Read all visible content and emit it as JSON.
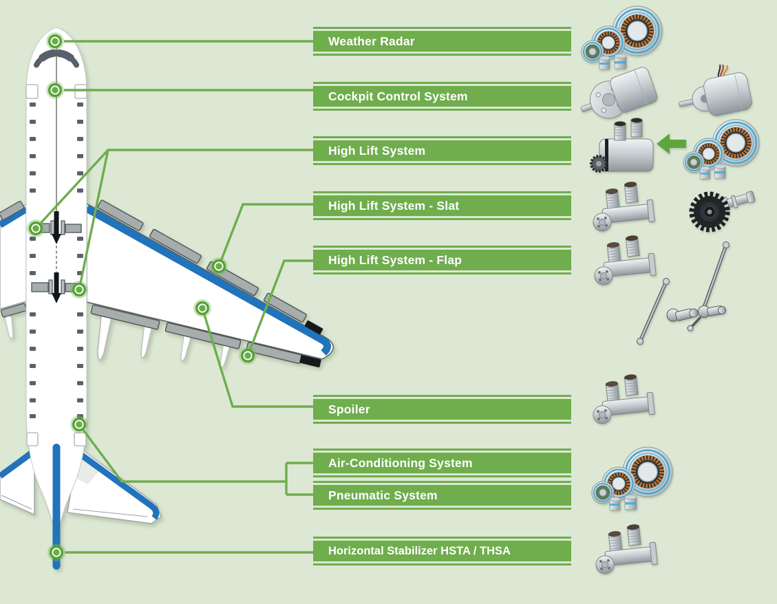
{
  "colors": {
    "background": "#dce8d3",
    "accent_green": "#6fad4d",
    "marker_green": "#55a035",
    "aircraft_blue": "#2173bb",
    "label_text": "#ffffff",
    "mechanical_gray": "#a7adad",
    "window_gray": "#59626c"
  },
  "systems": [
    {
      "id": "weather-radar",
      "label": "Weather Radar"
    },
    {
      "id": "cockpit-control-system",
      "label": "Cockpit Control System"
    },
    {
      "id": "high-lift-system",
      "label": "High Lift System"
    },
    {
      "id": "high-lift-system-slat",
      "label": "High Lift System - Slat"
    },
    {
      "id": "high-lift-system-flap",
      "label": "High Lift System - Flap"
    },
    {
      "id": "spoiler",
      "label": "Spoiler"
    },
    {
      "id": "air-conditioning-system",
      "label": "Air-Conditioning System"
    },
    {
      "id": "pneumatic-system",
      "label": "Pneumatic System"
    },
    {
      "id": "horizontal-stabilizer",
      "label": "Horizontal Stabilizer HSTA / THSA"
    }
  ],
  "products": [
    {
      "icon": "resolver-ring-set",
      "for": "Weather Radar"
    },
    {
      "icon": "flanged-motor",
      "for": "Cockpit Control System"
    },
    {
      "icon": "brushless-motor",
      "for": "Cockpit Control System"
    },
    {
      "icon": "dual-connector-actuator",
      "for": "High Lift System"
    },
    {
      "icon": "left-arrow",
      "for": "High Lift System"
    },
    {
      "icon": "resolver-ring-set",
      "for": "High Lift System"
    },
    {
      "icon": "dual-connector-sensor",
      "for": "High Lift System - Slat"
    },
    {
      "icon": "gear-shaft-assembly",
      "for": "High Lift System - Slat"
    },
    {
      "icon": "dual-connector-sensor",
      "for": "High Lift System - Flap"
    },
    {
      "icon": "linkage-rod-assemblies",
      "for": "High Lift System - Flap"
    },
    {
      "icon": "dual-connector-sensor",
      "for": "Spoiler"
    },
    {
      "icon": "resolver-ring-set",
      "for": "Air-Conditioning System / Pneumatic System"
    },
    {
      "icon": "dual-connector-sensor",
      "for": "Horizontal Stabilizer HSTA / THSA"
    }
  ]
}
